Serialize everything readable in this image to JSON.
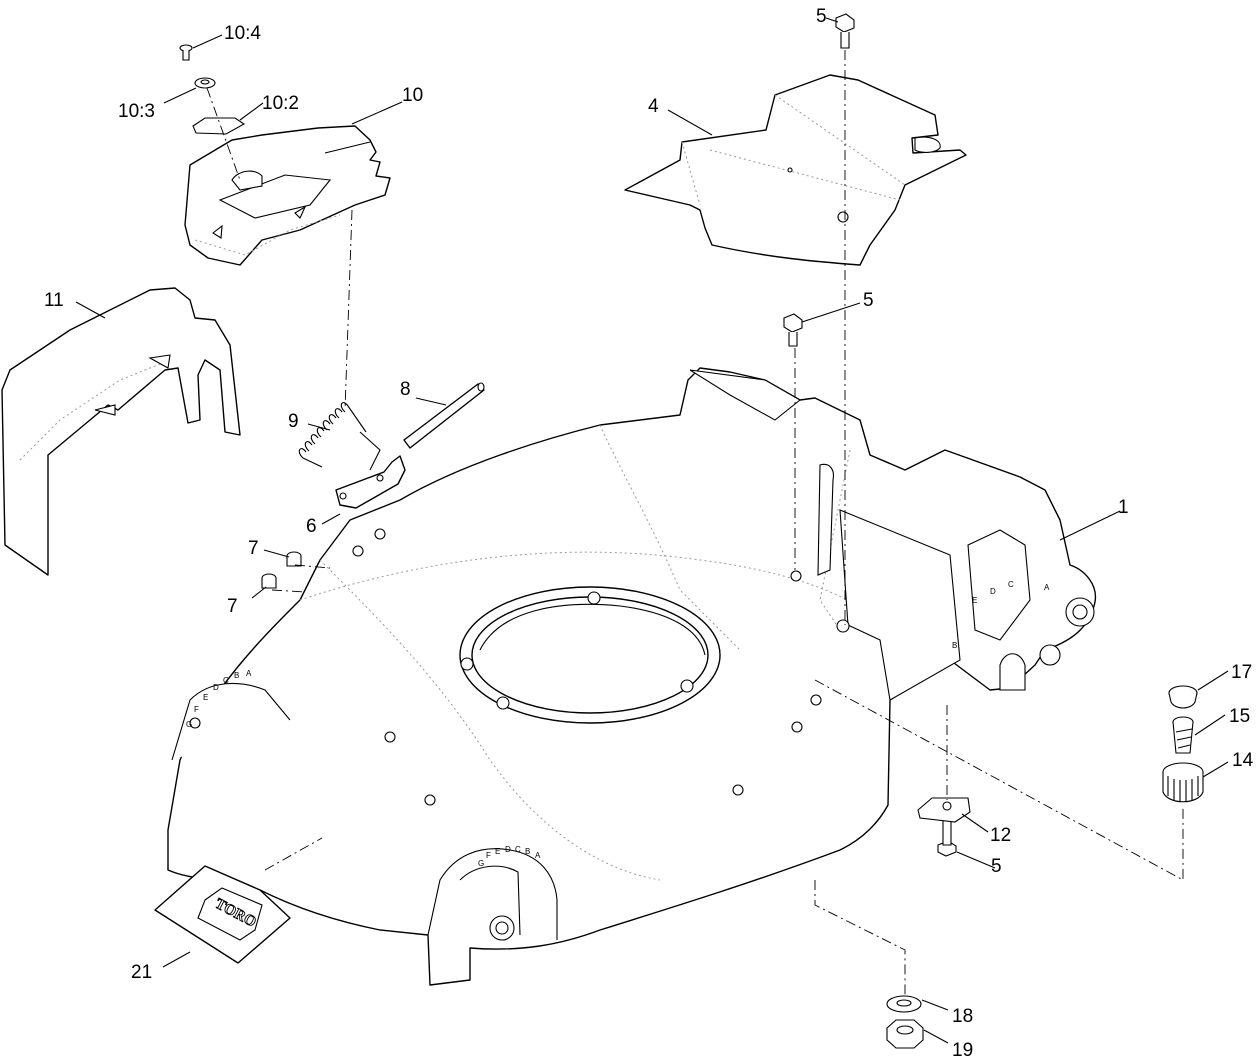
{
  "callouts": {
    "c1": "1",
    "c4": "4",
    "c5a": "5",
    "c5b": "5",
    "c5c": "5",
    "c6": "6",
    "c7a": "7",
    "c7b": "7",
    "c8": "8",
    "c9": "9",
    "c10": "10",
    "c10_2": "10:2",
    "c10_3": "10:3",
    "c10_4": "10:4",
    "c11": "11",
    "c12": "12",
    "c14": "14",
    "c15": "15",
    "c17": "17",
    "c18": "18",
    "c19": "19",
    "c21": "21"
  },
  "height_marks": {
    "front": [
      "A",
      "B",
      "C",
      "D",
      "E",
      "F",
      "G"
    ],
    "right": [
      "E",
      "D",
      "C",
      "A",
      "B"
    ],
    "rear": [
      "G",
      "F",
      "E",
      "D",
      "C",
      "B",
      "A"
    ]
  },
  "logo": "TORO"
}
